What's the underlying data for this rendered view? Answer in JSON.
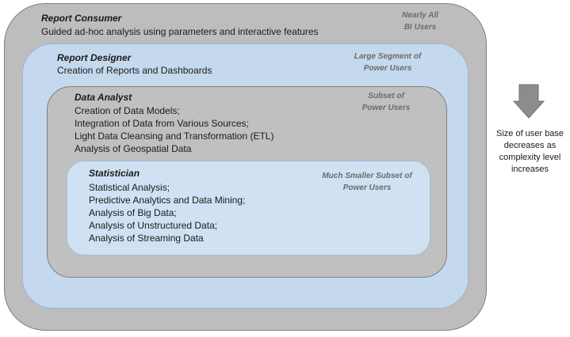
{
  "layers": {
    "consumer": {
      "title": "Report Consumer",
      "lines": [
        "Guided ad-hoc analysis using parameters and interactive features"
      ],
      "tag": [
        "Nearly All",
        "BI Users"
      ]
    },
    "designer": {
      "title": "Report Designer",
      "lines": [
        "Creation of Reports and Dashboards"
      ],
      "tag": [
        "Large Segment of",
        "Power Users"
      ]
    },
    "analyst": {
      "title": "Data Analyst",
      "lines": [
        "Creation of Data Models;",
        "Integration of Data from Various Sources;",
        "Light Data Cleansing and Transformation (ETL)",
        "Analysis of Geospatial Data"
      ],
      "tag": [
        "Subset of",
        "Power Users"
      ]
    },
    "statistician": {
      "title": "Statistician",
      "lines": [
        "Statistical Analysis;",
        "Predictive Analytics and Data Mining;",
        "Analysis of Big Data;",
        "Analysis of Unstructured Data;",
        "Analysis of Streaming Data"
      ],
      "tag": [
        "Much Smaller Subset of",
        "Power Users"
      ]
    }
  },
  "side_note": {
    "lines": [
      "Size of user base",
      "decreases as",
      "complexity level",
      "increases"
    ],
    "arrow_icon": "down-arrow-icon"
  },
  "colors": {
    "gray_layer": "#bdbdbd",
    "blue_layer": "#c5d9ee",
    "arrow_fill": "#8c8c8c"
  }
}
